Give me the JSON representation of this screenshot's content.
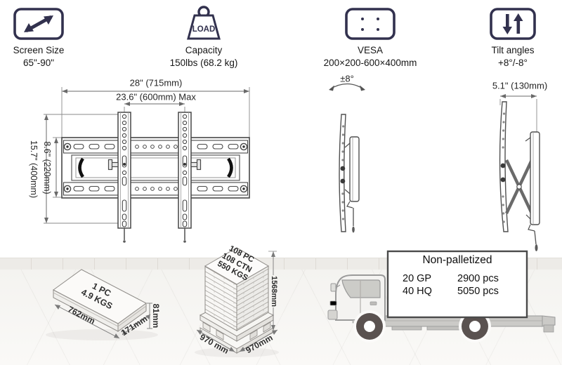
{
  "specs": [
    {
      "label": "Screen Size",
      "value": "65\"-90\""
    },
    {
      "label": "Capacity",
      "value": "150lbs (68.2 kg)",
      "icon_text": "LOAD"
    },
    {
      "label": "VESA",
      "value": "200×200-600×400mm"
    },
    {
      "label": "Tilt angles",
      "value": "+8°/-8°"
    }
  ],
  "front_view": {
    "width_outer": "28\" (715mm)",
    "width_inner": "23.6\" (600mm) Max",
    "height_outer": "15.7\" (400mm)",
    "height_inner": "8.6\" (220mm)"
  },
  "side_view": {
    "tilt": "±8°"
  },
  "profile_view": {
    "depth": "5.1\" (130mm)"
  },
  "packaging": {
    "carton": {
      "line1": "1 PC",
      "line2": "4.9 KGS",
      "length": "762mm",
      "width": "171mm",
      "height": "81mm"
    },
    "pallet": {
      "line1": "108 PC",
      "line2": "108 CTN",
      "line3": "550 KGS",
      "height": "1568mm",
      "depth": "970 mm",
      "width": "970mm"
    },
    "container": {
      "title": "Non-palletized",
      "rows": [
        {
          "type": "20 GP",
          "qty": "2900 pcs"
        },
        {
          "type": "40 HQ",
          "qty": "5050 pcs"
        }
      ]
    }
  },
  "colors": {
    "icon_navy": "#32314e",
    "drawing_line": "#4a4a4a",
    "wheel": "#5a5250"
  }
}
